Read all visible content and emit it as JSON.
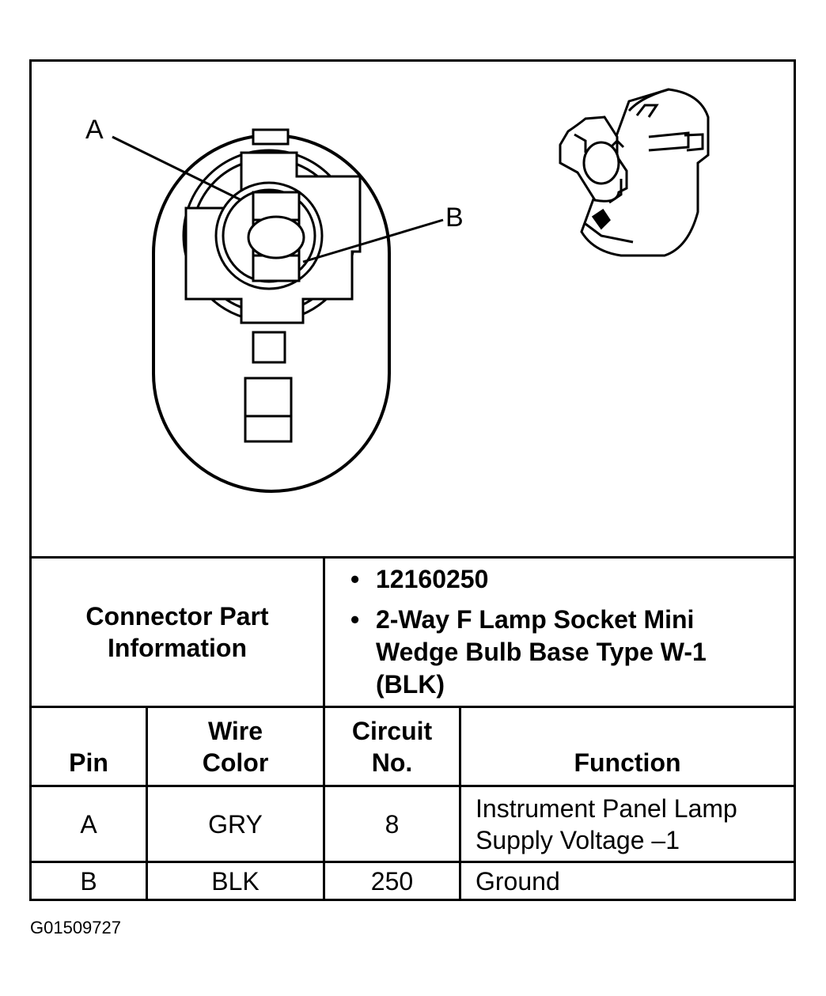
{
  "diagram": {
    "callouts": {
      "a": "A",
      "b": "B"
    }
  },
  "connector_info": {
    "label": "Connector Part Information",
    "items": [
      "12160250",
      "2-Way F Lamp Socket Mini Wedge Bulb Base Type W-1 (BLK)"
    ]
  },
  "table": {
    "headers": {
      "pin": "Pin",
      "wire_color": "Wire Color",
      "circuit_no": "Circuit No.",
      "function": "Function"
    },
    "rows": [
      {
        "pin": "A",
        "wire_color": "GRY",
        "circuit_no": "8",
        "function": "Instrument Panel Lamp Supply Voltage –1"
      },
      {
        "pin": "B",
        "wire_color": "BLK",
        "circuit_no": "250",
        "function": "Ground"
      }
    ]
  },
  "figure_id": "G01509727"
}
